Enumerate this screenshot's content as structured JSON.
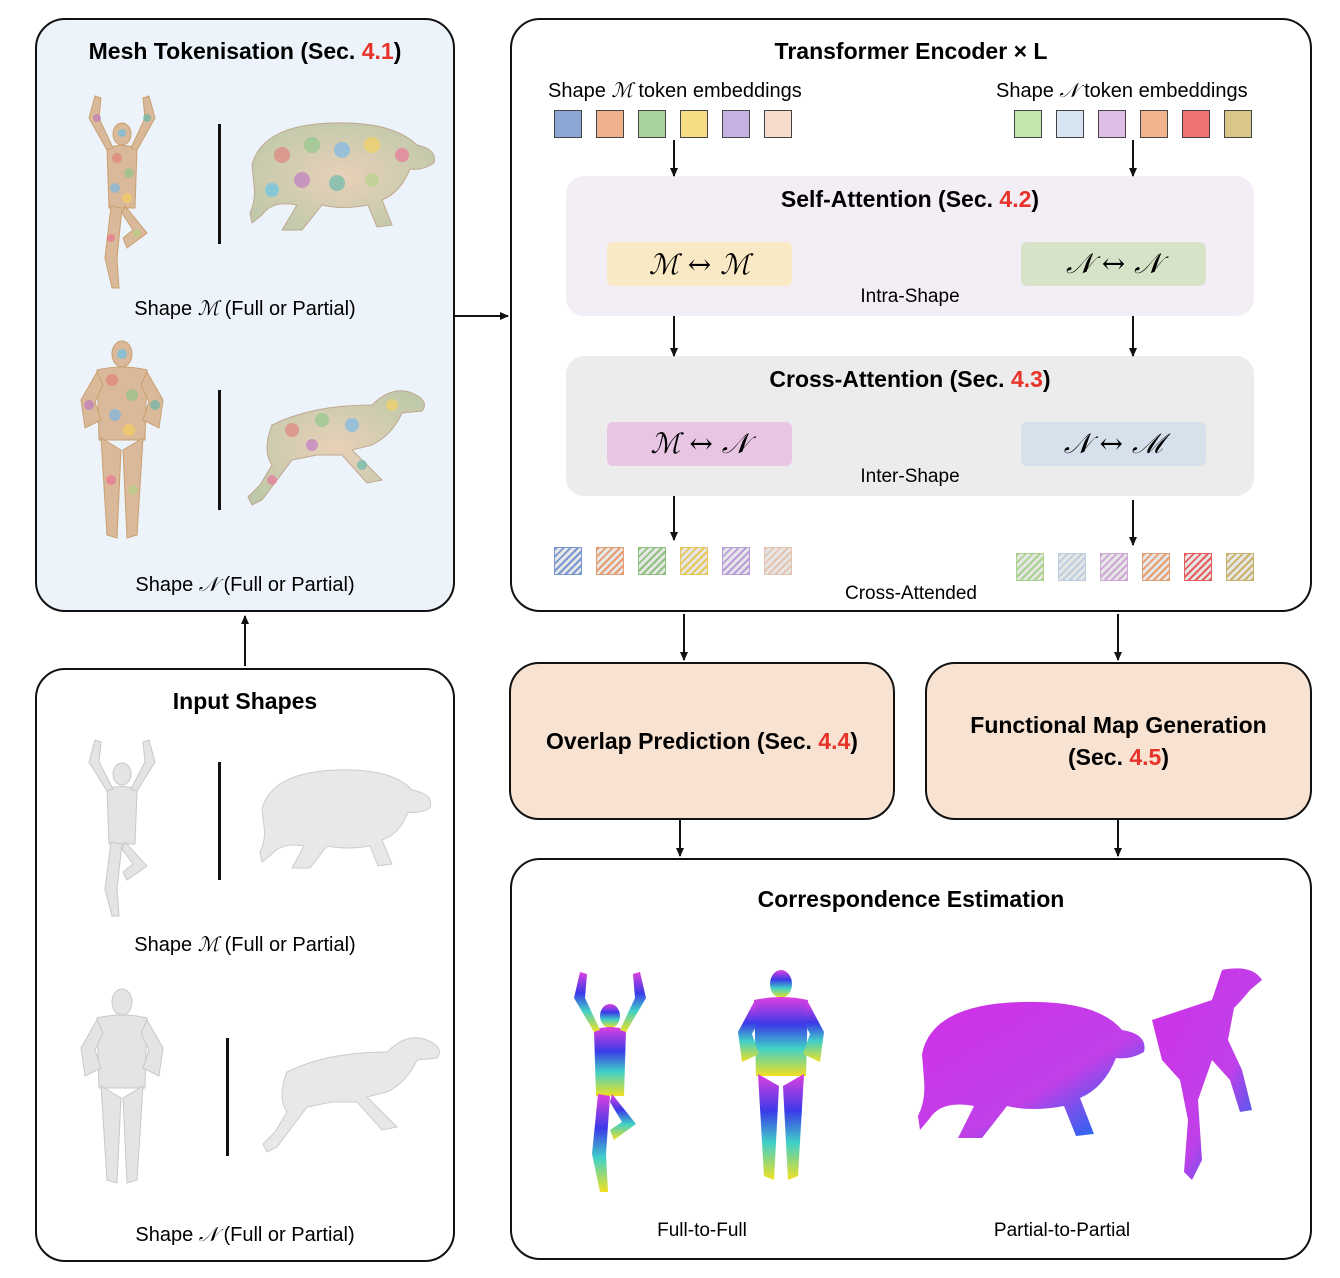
{
  "mesh_tokenisation": {
    "title_pre": "Mesh Tokenisation (Sec. ",
    "title_ref": "4.1",
    "title_post": ")",
    "caption_m_pre": "Shape ",
    "caption_m_sym": "ℳ",
    "caption_m_post": " (Full or Partial)",
    "caption_n_pre": "Shape ",
    "caption_n_sym": "𝒩",
    "caption_n_post": " (Full or Partial)"
  },
  "input_shapes": {
    "title": "Input Shapes",
    "caption_m_pre": "Shape ",
    "caption_m_sym": "ℳ",
    "caption_m_post": " (Full or Partial)",
    "caption_n_pre": "Shape ",
    "caption_n_sym": "𝒩",
    "caption_n_post": " (Full or Partial)"
  },
  "transformer": {
    "title": "Transformer Encoder × L",
    "m_tokens_pre": "Shape ",
    "m_tokens_sym": "ℳ",
    "m_tokens_post": " token embeddings",
    "n_tokens_pre": "Shape ",
    "n_tokens_sym": "𝒩",
    "n_tokens_post": " token embeddings",
    "m_token_colors": [
      "#8ea6d6",
      "#f0b28e",
      "#a9d39c",
      "#f7dc86",
      "#c7b1e3",
      "#f6dccb"
    ],
    "n_token_colors": [
      "#c4e6ad",
      "#d6e4f2",
      "#dcbde3",
      "#f0b48e",
      "#ec7372",
      "#d8c68a"
    ],
    "self_attention": {
      "title_pre": "Self-Attention (Sec. ",
      "title_ref": "4.2",
      "title_post": ")",
      "left": "ℳ ↔ ℳ",
      "right": "𝒩 ↔ 𝒩",
      "label": "Intra-Shape"
    },
    "cross_attention": {
      "title_pre": "Cross-Attention (Sec. ",
      "title_ref": "4.3",
      "title_post": ")",
      "left": "ℳ ↔ 𝒩",
      "right": "𝒩 ↔ ℳ",
      "label": "Inter-Shape"
    },
    "cross_attended_label": "Cross-Attended"
  },
  "overlap": {
    "title_pre": "Overlap Prediction (Sec. ",
    "title_ref": "4.4",
    "title_post": ")"
  },
  "fmap": {
    "line1": "Functional Map Generation",
    "line2_pre": "(Sec. ",
    "line2_ref": "4.5",
    "line2_post": ")"
  },
  "correspondence": {
    "title": "Correspondence Estimation",
    "label_left": "Full-to-Full",
    "label_right": "Partial-to-Partial"
  },
  "colors": {
    "accent_red": "#e8332a",
    "self_attn_bg": "#f3eef5",
    "cross_attn_bg": "#ececec",
    "box_bg_blue": "#edf3fb",
    "output_box_bg": "#f8e3d3"
  }
}
